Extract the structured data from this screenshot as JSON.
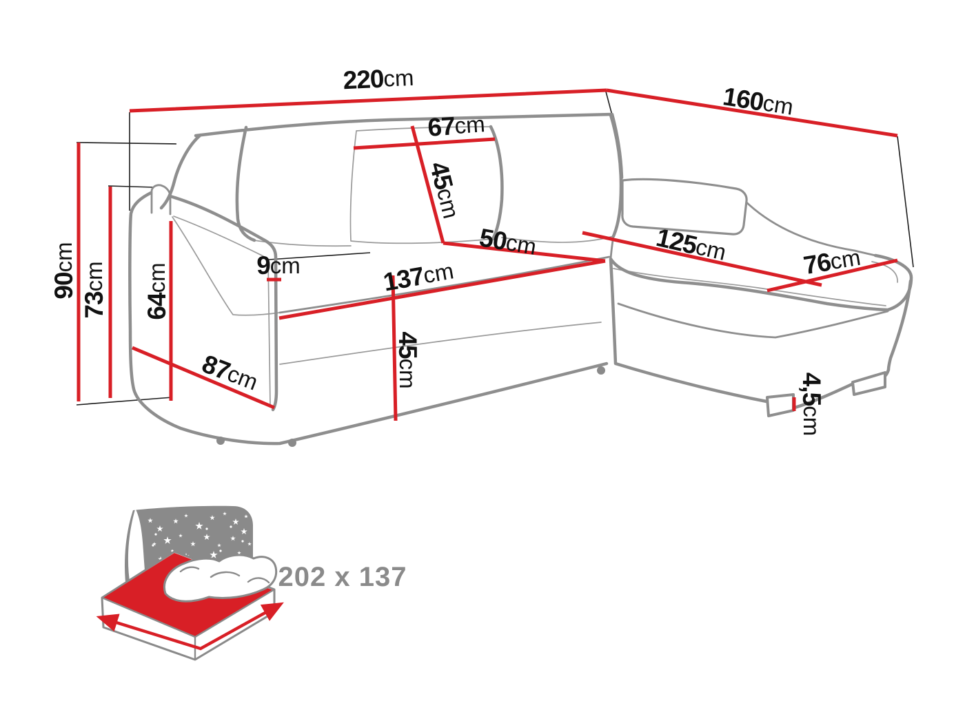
{
  "diagram": {
    "type": "corner-sofa-dimension-diagram",
    "dims": {
      "overall_width": {
        "value": "220",
        "unit": "cm"
      },
      "chaise_depth": {
        "value": "160",
        "unit": "cm"
      },
      "back_cushion_width": {
        "value": "67",
        "unit": "cm"
      },
      "back_cushion_height": {
        "value": "45",
        "unit": "cm"
      },
      "seat_depth": {
        "value": "50",
        "unit": "cm"
      },
      "overall_height": {
        "value": "90",
        "unit": "cm"
      },
      "armrest_height": {
        "value": "73",
        "unit": "cm"
      },
      "side_panel_height": {
        "value": "64",
        "unit": "cm"
      },
      "armrest_width": {
        "value": "9",
        "unit": "cm"
      },
      "seat_width": {
        "value": "137",
        "unit": "cm"
      },
      "body_depth": {
        "value": "87",
        "unit": "cm"
      },
      "seat_height": {
        "value": "45",
        "unit": "cm"
      },
      "chaise_length": {
        "value": "125",
        "unit": "cm"
      },
      "chaise_width": {
        "value": "76",
        "unit": "cm"
      },
      "leg_height": {
        "value": "4,5",
        "unit": "cm"
      }
    },
    "bed_icon": {
      "size_label": "202 x 137"
    },
    "colors": {
      "dimension_red": "#d81f26",
      "outline_gray": "#8e8e8e",
      "extension_black": "#1c1c1c",
      "label_black": "#111111",
      "icon_gray": "#8a8a8a",
      "background": "#ffffff"
    }
  }
}
